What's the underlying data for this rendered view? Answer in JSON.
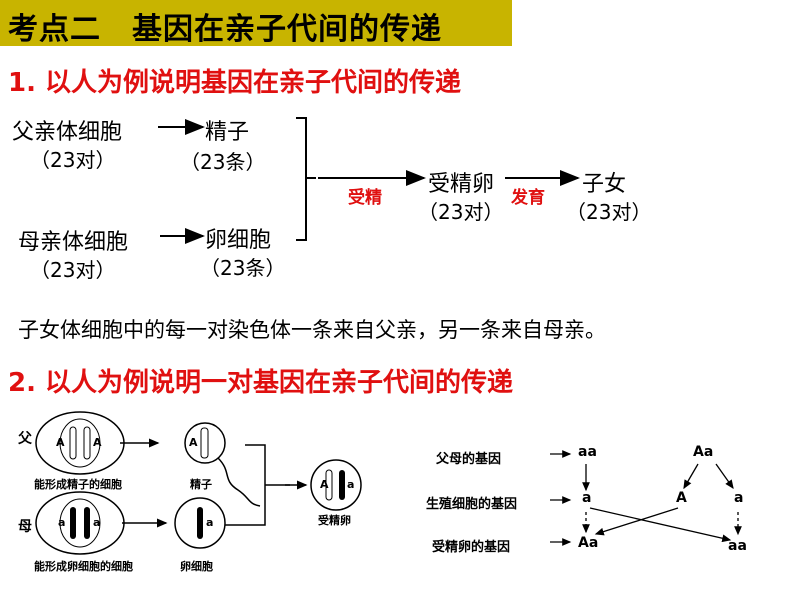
{
  "title": "考点二　基因在亲子代间的传递",
  "section1": {
    "heading": "1. 以人为例说明基因在亲子代间的传递",
    "father_cell": "父亲体细胞",
    "father_count": "（23对）",
    "sperm": "精子",
    "sperm_count": "（23条）",
    "mother_cell": "母亲体细胞",
    "mother_count": "（23对）",
    "egg_cell": "卵细胞",
    "egg_count": "（23条）",
    "fertilization": "受精",
    "zygote": "受精卵",
    "zygote_count": "（23对）",
    "development": "发育",
    "offspring": "子女",
    "offspring_count": "（23对）",
    "summary": "子女体细胞中的每一对染色体一条来自父亲，另一条来自母亲。"
  },
  "section2": {
    "heading": "2. 以人为例说明一对基因在亲子代间的传递",
    "left_fig": {
      "father_mark": "父",
      "mother_mark": "母",
      "father_cell_label": "能形成精子的细胞",
      "mother_cell_label": "能形成卵细胞的细胞",
      "sperm_label": "精子",
      "egg_label": "卵细胞",
      "zygote_label": "受精卵",
      "allele_big": "A",
      "allele_small": "a"
    },
    "right_fig": {
      "row1_label": "父母的基因",
      "row2_label": "生殖细胞的基因",
      "row3_label": "受精卵的基因",
      "parent1": "aa",
      "parent2": "Aa",
      "gamete1": "a",
      "gamete2": "A",
      "gamete3": "a",
      "zygote1": "Aa",
      "zygote2": "aa"
    }
  },
  "colors": {
    "title_bg": "#c8b400",
    "accent_red": "#e01010"
  }
}
